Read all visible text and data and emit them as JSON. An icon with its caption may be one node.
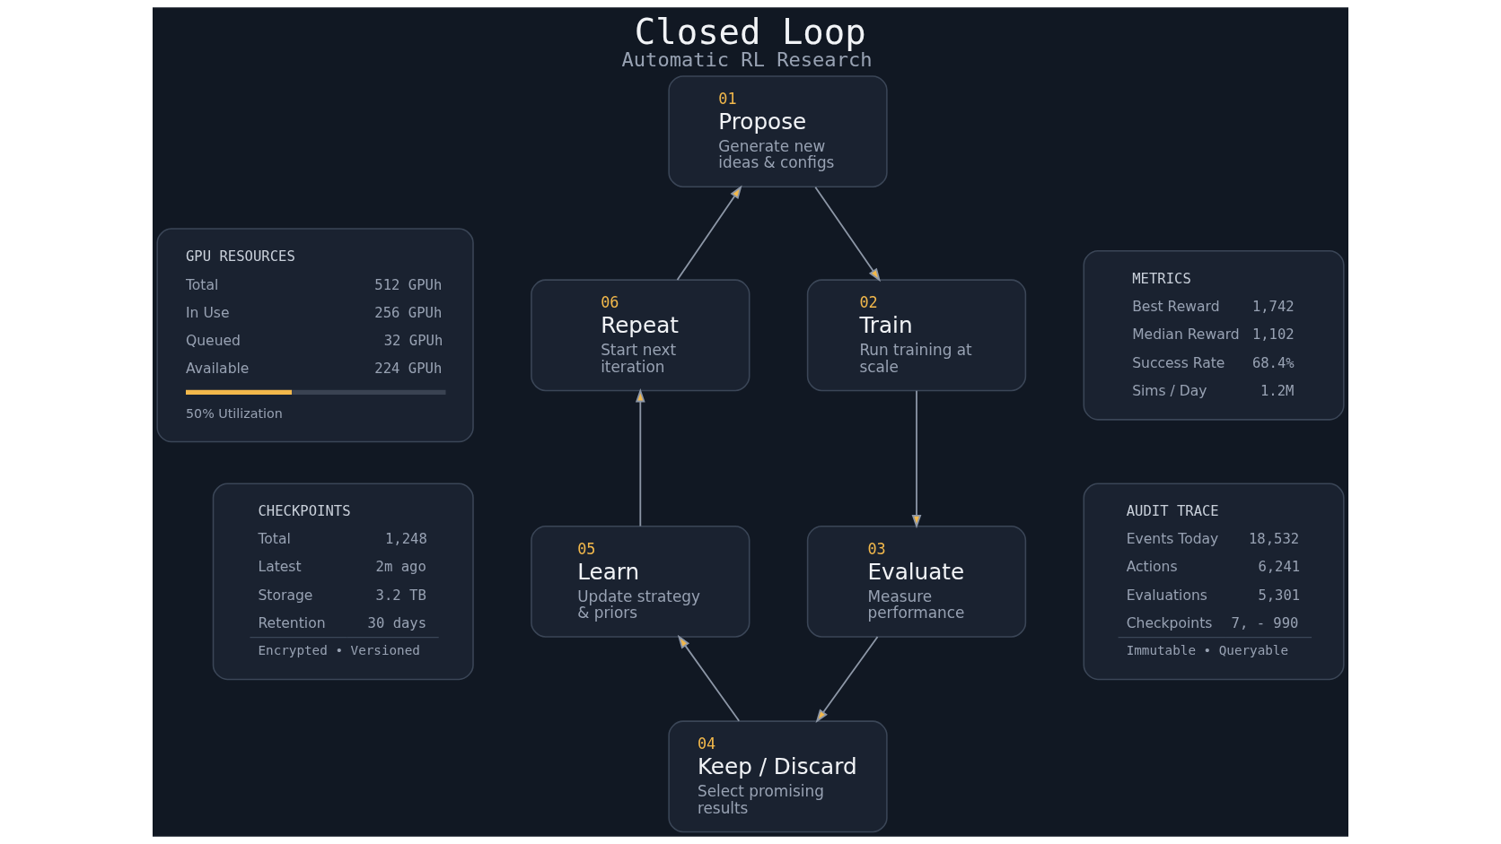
{
  "diagram": {
    "title": "Closed Loop",
    "caption": "Automatic RL Research",
    "nodes": [
      {
        "text": [
          "01",
          "Propose",
          "Generate new ideas & configs"
        ]
      },
      {
        "text": [
          "02",
          "Train",
          "Run training at scale"
        ]
      },
      {
        "text": [
          "03",
          "Evaluate",
          "Measure performance"
        ]
      },
      {
        "text": [
          "04",
          "Keep / Discard",
          "Select promising results"
        ]
      },
      {
        "text": [
          "05",
          "Learn",
          "Update strategy & priors"
        ]
      },
      {
        "text": [
          "06",
          "Repeat",
          "Start next iteration"
        ]
      },
      {
        "text": [
          "GPU RESOURCES",
          "Total",
          "512 GPUh",
          "In Use",
          "256 GPUh",
          "Queued",
          "32 GPUh",
          "Available",
          "224 GPUh",
          "50% Utilization"
        ]
      },
      {
        "text": [
          "CHECKPOINTS",
          "Total",
          "1,248",
          "Latest",
          "2m ago",
          "Storage",
          "3.2 TB",
          "Retention",
          "30 days",
          "Encrypted • Versioned"
        ]
      },
      {
        "text": [
          "METRICS",
          "Best Reward",
          "1,742",
          "Median Reward",
          "1,102",
          "Success Rate",
          "68.4%",
          "Sims / Day",
          "1.2M"
        ]
      },
      {
        "text": [
          "AUDIT TRACE",
          "Events Today",
          "18,532",
          "Actions",
          "6,241",
          "Evaluations",
          "5,301",
          "Checkpoints",
          "7, - 990",
          "Immutable • Queryable"
        ]
      }
    ],
    "edges": [
      {
        "from": 0,
        "to": 1,
        "arrow": "to"
      },
      {
        "from": 1,
        "to": 2,
        "arrow": "to"
      },
      {
        "from": 2,
        "to": 3,
        "arrow": "to"
      },
      {
        "from": 3,
        "to": 4,
        "arrow": "to"
      },
      {
        "from": 4,
        "to": 5,
        "arrow": "to"
      },
      {
        "from": 5,
        "to": 0,
        "arrow": "to"
      }
    ]
  }
}
